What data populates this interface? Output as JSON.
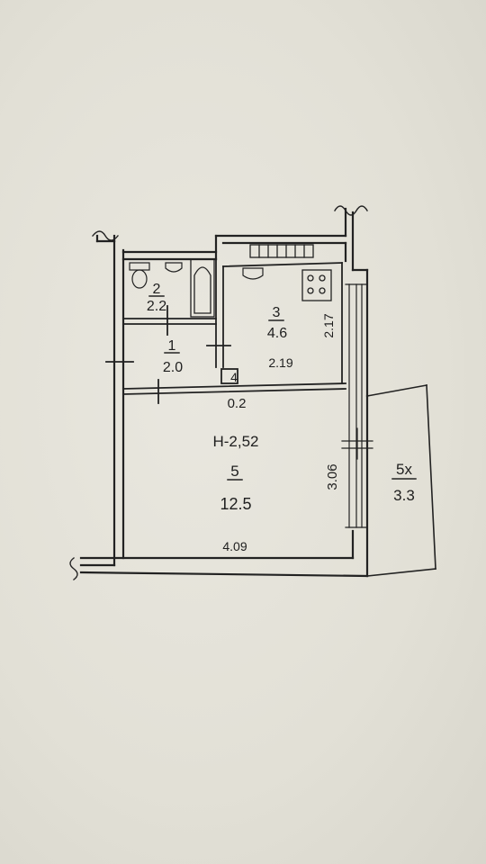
{
  "rooms": [
    {
      "number": "1",
      "area": "2.0"
    },
    {
      "number": "2",
      "area": "2.2"
    },
    {
      "number": "3",
      "area": "4.6"
    },
    {
      "number": "4",
      "area": "0.2"
    },
    {
      "number": "5",
      "area": "12.5"
    },
    {
      "number": "5х",
      "area": "3.3"
    }
  ],
  "dimensions": {
    "kitchen_width": "2.19",
    "kitchen_depth": "2.17",
    "living_depth": "3.06",
    "living_width": "4.09"
  },
  "ceiling_height": "Н-2,52",
  "colors": {
    "ink": "#1e1e1e",
    "paper": "#e4e2d9"
  }
}
